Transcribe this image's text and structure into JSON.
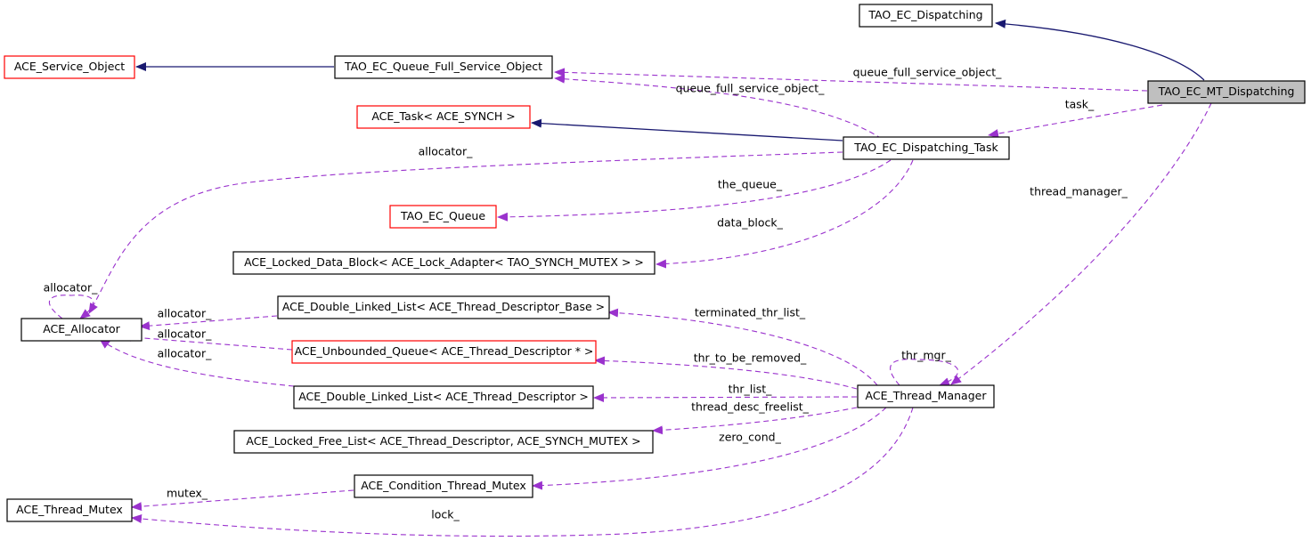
{
  "colors": {
    "inherit_edge": "#191970",
    "member_edge": "#9a32cd",
    "normal_border": "#000000",
    "undocumented_border": "#ff0000",
    "focus_fill": "#bfbfbf"
  },
  "nodes": {
    "mt_dispatching": "TAO_EC_MT_Dispatching",
    "dispatching": "TAO_EC_Dispatching",
    "qfso": "TAO_EC_Queue_Full_Service_Object",
    "service_object": "ACE_Service_Object",
    "task": "ACE_Task< ACE_SYNCH >",
    "dispatching_task": "TAO_EC_Dispatching_Task",
    "ec_queue": "TAO_EC_Queue",
    "locked_data_block": "ACE_Locked_Data_Block< ACE_Lock_Adapter< TAO_SYNCH_MUTEX > >",
    "allocator": "ACE_Allocator",
    "dll_base": "ACE_Double_Linked_List< ACE_Thread_Descriptor_Base >",
    "unbounded_queue": "ACE_Unbounded_Queue< ACE_Thread_Descriptor * >",
    "dll_desc": "ACE_Double_Linked_List< ACE_Thread_Descriptor >",
    "thread_manager": "ACE_Thread_Manager",
    "locked_free_list": "ACE_Locked_Free_List< ACE_Thread_Descriptor, ACE_SYNCH_MUTEX >",
    "condition_mutex": "ACE_Condition_Thread_Mutex",
    "thread_mutex": "ACE_Thread_Mutex"
  },
  "edge_labels": {
    "queue_full_service_object_1": "queue_full_service_object_",
    "queue_full_service_object_2": "queue_full_service_object_",
    "task": "task_",
    "allocator_task": "allocator_",
    "the_queue": "the_queue_",
    "data_block": "data_block_",
    "thread_manager": "thread_manager_",
    "allocator_self": "allocator_",
    "allocator_dll_base": "allocator_",
    "allocator_unbounded": "allocator_",
    "allocator_dll_desc": "allocator_",
    "terminated_thr_list": "terminated_thr_list_",
    "thr_mgr": "thr_mgr_",
    "thr_to_be_removed": "thr_to_be_removed_",
    "thr_list": "thr_list_",
    "thread_desc_freelist": "thread_desc_freelist_",
    "zero_cond": "zero_cond_",
    "mutex": "mutex_",
    "lock": "lock_"
  }
}
